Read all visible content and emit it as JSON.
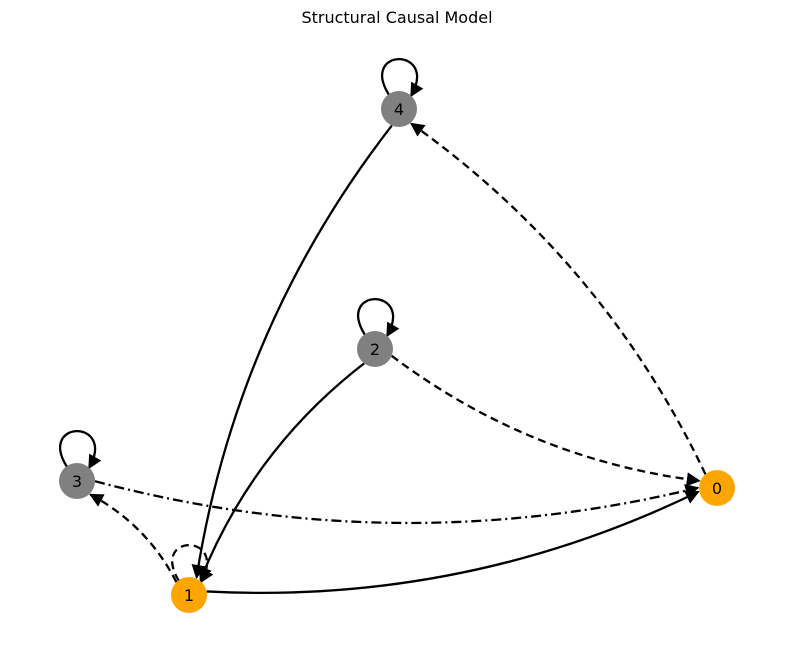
{
  "title": "Structural Causal Model",
  "colors": {
    "observed": "#ffa500",
    "latent": "#808080",
    "edge": "#000000",
    "label": "#000000"
  },
  "nodes": [
    {
      "id": "0",
      "label": "0",
      "kind": "observed"
    },
    {
      "id": "1",
      "label": "1",
      "kind": "observed"
    },
    {
      "id": "2",
      "label": "2",
      "kind": "latent"
    },
    {
      "id": "3",
      "label": "3",
      "kind": "latent"
    },
    {
      "id": "4",
      "label": "4",
      "kind": "latent"
    }
  ],
  "edges": [
    {
      "from": "0",
      "to": "4",
      "style": "dashed"
    },
    {
      "from": "2",
      "to": "0",
      "style": "dashed"
    },
    {
      "from": "3",
      "to": "0",
      "style": "dashdot"
    },
    {
      "from": "1",
      "to": "0",
      "style": "solid"
    },
    {
      "from": "1",
      "to": "3",
      "style": "dashed"
    },
    {
      "from": "4",
      "to": "1",
      "style": "solid"
    },
    {
      "from": "2",
      "to": "1",
      "style": "solid"
    },
    {
      "from": "4",
      "to": "4",
      "style": "solid"
    },
    {
      "from": "3",
      "to": "3",
      "style": "solid"
    },
    {
      "from": "1",
      "to": "1",
      "style": "dashed"
    },
    {
      "from": "2",
      "to": "2",
      "style": "solid"
    }
  ]
}
